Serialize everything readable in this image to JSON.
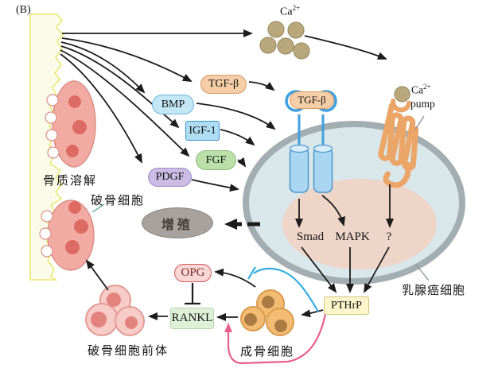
{
  "figure_label": "(B)",
  "bone_region": {
    "bone_lysis": "骨质溶解",
    "osteoclast": "破骨细胞",
    "osteoclast_precursor": "破骨细胞前体"
  },
  "calcium": {
    "ion_label": {
      "base": "Ca",
      "sup": "2+"
    },
    "pump_label": {
      "line1_base": "Ca",
      "line1_sup": "2+",
      "line2": "pump"
    }
  },
  "growth_factors": {
    "tgfb": "TGF-β",
    "bmp": "BMP",
    "igf1": "IGF-1",
    "fgf": "FGF",
    "pdgf": "PDGF"
  },
  "receptor": {
    "ligand": "TGF-β"
  },
  "cancer_cell": {
    "label": "乳腺癌细胞",
    "pathways": {
      "smad": "Smad",
      "mapk": "MAPK",
      "unknown": "?"
    },
    "output": "PTHrP"
  },
  "proliferation_label": "增殖",
  "bone_remodeling": {
    "opg": "OPG",
    "rankl": "RANKL",
    "osteoblast": "成骨细胞"
  },
  "colors": {
    "tgfb_fill": "#f5cda6",
    "tgfb_border": "#d89b66",
    "bmp_fill": "#c3e7f5",
    "bmp_border": "#6cb4dc",
    "igf1_fill": "#aedcf2",
    "igf1_border": "#3f93cc",
    "fgf_fill": "#badfa9",
    "fgf_border": "#8fbe7e",
    "pdgf_fill": "#cabce4",
    "pdgf_border": "#9d8cc8",
    "opg_fill": "#f9d7d5",
    "opg_border": "#d6595d",
    "rankl_fill": "#dff0d8",
    "rankl_border": "#b5d9a8",
    "pthrp_fill": "#fdf6cd",
    "pthrp_border": "#cfc27c",
    "cell_fill": "#d9e6ea",
    "cell_membrane": "#a3aeb3",
    "nucleus_fill": "#eed5c8",
    "bone_fill": "#fafbe9",
    "bone_border": "#e9e66e",
    "osteoclast_fill": "#f2aba3",
    "osteoclast_nucleus": "#dd6b64",
    "precursor_fill": "#f7cbc8",
    "precursor_nucleus": "#e2837e",
    "osteoblast_fill": "#f2bd73",
    "osteoblast_nucleus": "#aa7a42",
    "ca_ion": "#b9a87c",
    "pump": "#eba566",
    "receptor_fill": "#a9d6f0",
    "receptor_border": "#4a97cc",
    "proliferation_fill": "#a8a29e",
    "inhibit_blue": "#35aee3",
    "stimulate_pink": "#e8608a",
    "arrow_black": "#1c1c1c"
  }
}
